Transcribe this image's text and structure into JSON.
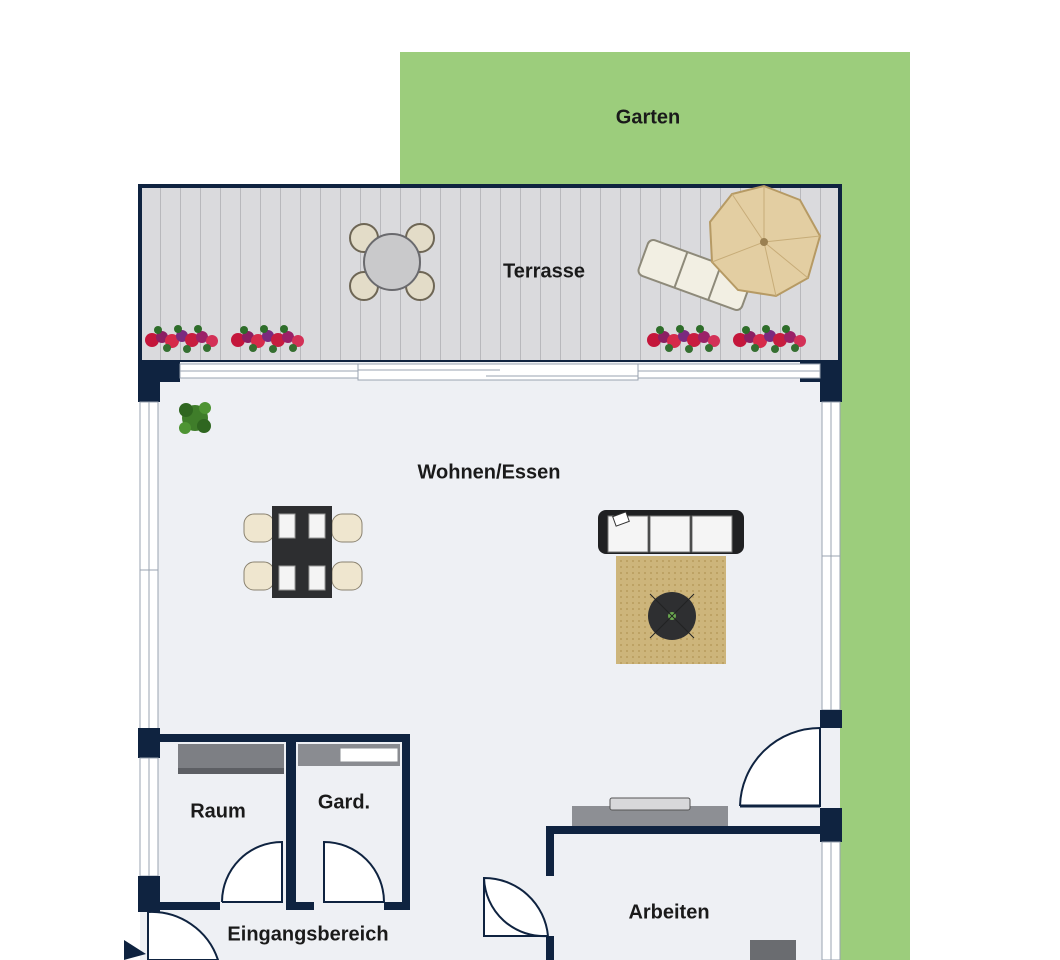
{
  "rooms": {
    "garden": "Garten",
    "terrace": "Terrasse",
    "living": "Wohnen/Essen",
    "storage": "Raum",
    "wardrobe": "Gard.",
    "entrance": "Eingangsbereich",
    "office": "Arbeiten"
  },
  "colors": {
    "wall": "#0f2340",
    "garden": "#9ccd7c",
    "floor": "#eef0f4",
    "deck": "#d9d9dc",
    "rug": "#cdb57b"
  }
}
